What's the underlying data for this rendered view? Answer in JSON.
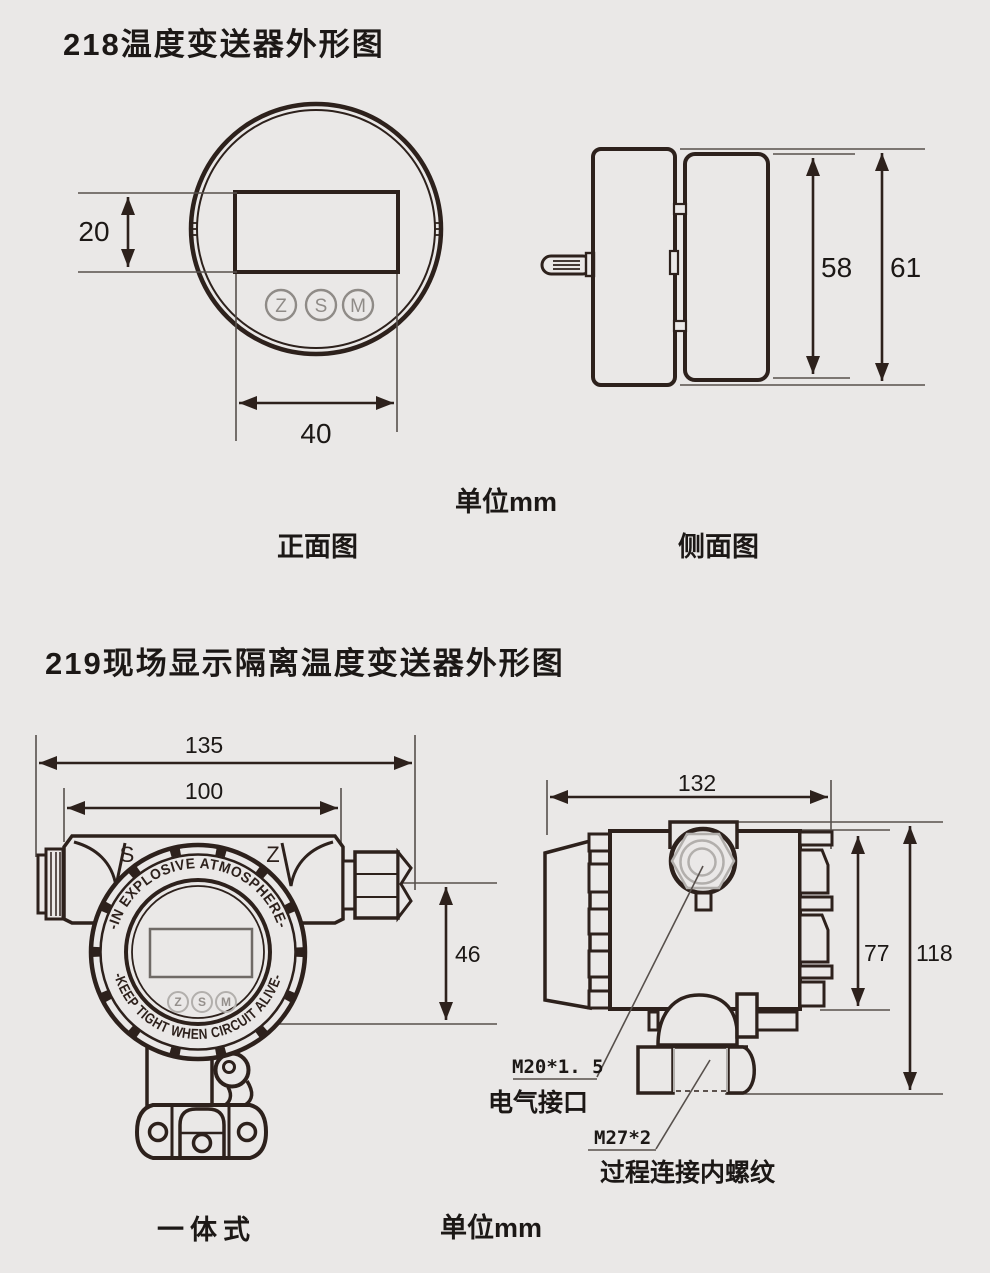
{
  "section_218": {
    "title": "218温度变送器外形图",
    "unit_label": "单位mm",
    "front_view": {
      "label": "正面图",
      "dim_display_height": "20",
      "dim_width": "40",
      "buttons": [
        "Z",
        "S",
        "M"
      ]
    },
    "side_view": {
      "label": "侧面图",
      "dim_inner_height": "58",
      "dim_overall_height": "61"
    }
  },
  "section_219": {
    "title": "219现场显示隔离温度变送器外形图",
    "unit_label": "单位mm",
    "front_view": {
      "label": "一体式",
      "dim_overall_width": "135",
      "dim_housing_width": "100",
      "dim_height": "46",
      "mark_left": "S",
      "mark_right": "Z",
      "ring_text_top": "-IN EXPLOSIVE ATMOSPHERE-",
      "ring_text_bottom": "-KEEP TIGHT WHEN CIRCUIT ALIVE-",
      "buttons": [
        "Z",
        "S",
        "M"
      ]
    },
    "side_view": {
      "dim_width": "132",
      "dim_body_height": "77",
      "dim_overall_height": "118",
      "electrical_thread": "M20*1. 5",
      "electrical_label": "电气接口",
      "process_thread": "M27*2",
      "process_label": "过程连接内螺纹"
    }
  },
  "colors": {
    "line": "#2d211c",
    "background": "#eae8e7",
    "gray_detail": "#b2afac"
  }
}
